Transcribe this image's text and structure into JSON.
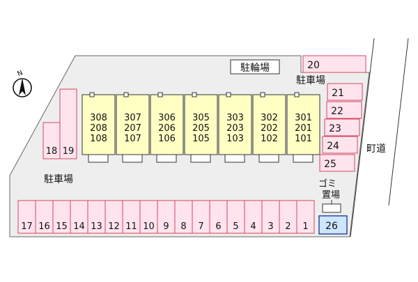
{
  "labels": {
    "bicycle_parking": "駐輪場",
    "parking_top": "駐車場",
    "parking_left": "駐車場",
    "town_road": "町道",
    "garbage_line1": "ゴミ",
    "garbage_line2": "置場",
    "north": "N"
  },
  "units": [
    [
      "308",
      "208",
      "108"
    ],
    [
      "307",
      "207",
      "107"
    ],
    [
      "306",
      "206",
      "106"
    ],
    [
      "305",
      "205",
      "105"
    ],
    [
      "303",
      "203",
      "103"
    ],
    [
      "302",
      "202",
      "102"
    ],
    [
      "301",
      "201",
      "101"
    ]
  ],
  "bottom_slots": [
    "17",
    "16",
    "15",
    "14",
    "13",
    "12",
    "11",
    "10",
    "9",
    "8",
    "7",
    "6",
    "5",
    "4",
    "3",
    "2",
    "1"
  ],
  "left_slots": [
    "18",
    "19"
  ],
  "right_slots": [
    "20",
    "21",
    "22",
    "23",
    "24",
    "25"
  ],
  "highlight_slot": "26",
  "colors": {
    "slot_fill": "#ffe4ee",
    "slot_border": "#d4455f",
    "unit_fill": "#ffffc4",
    "lot_fill": "#eeeeee",
    "highlight_fill": "#cfe6ff",
    "highlight_border": "#1f3f9a"
  }
}
